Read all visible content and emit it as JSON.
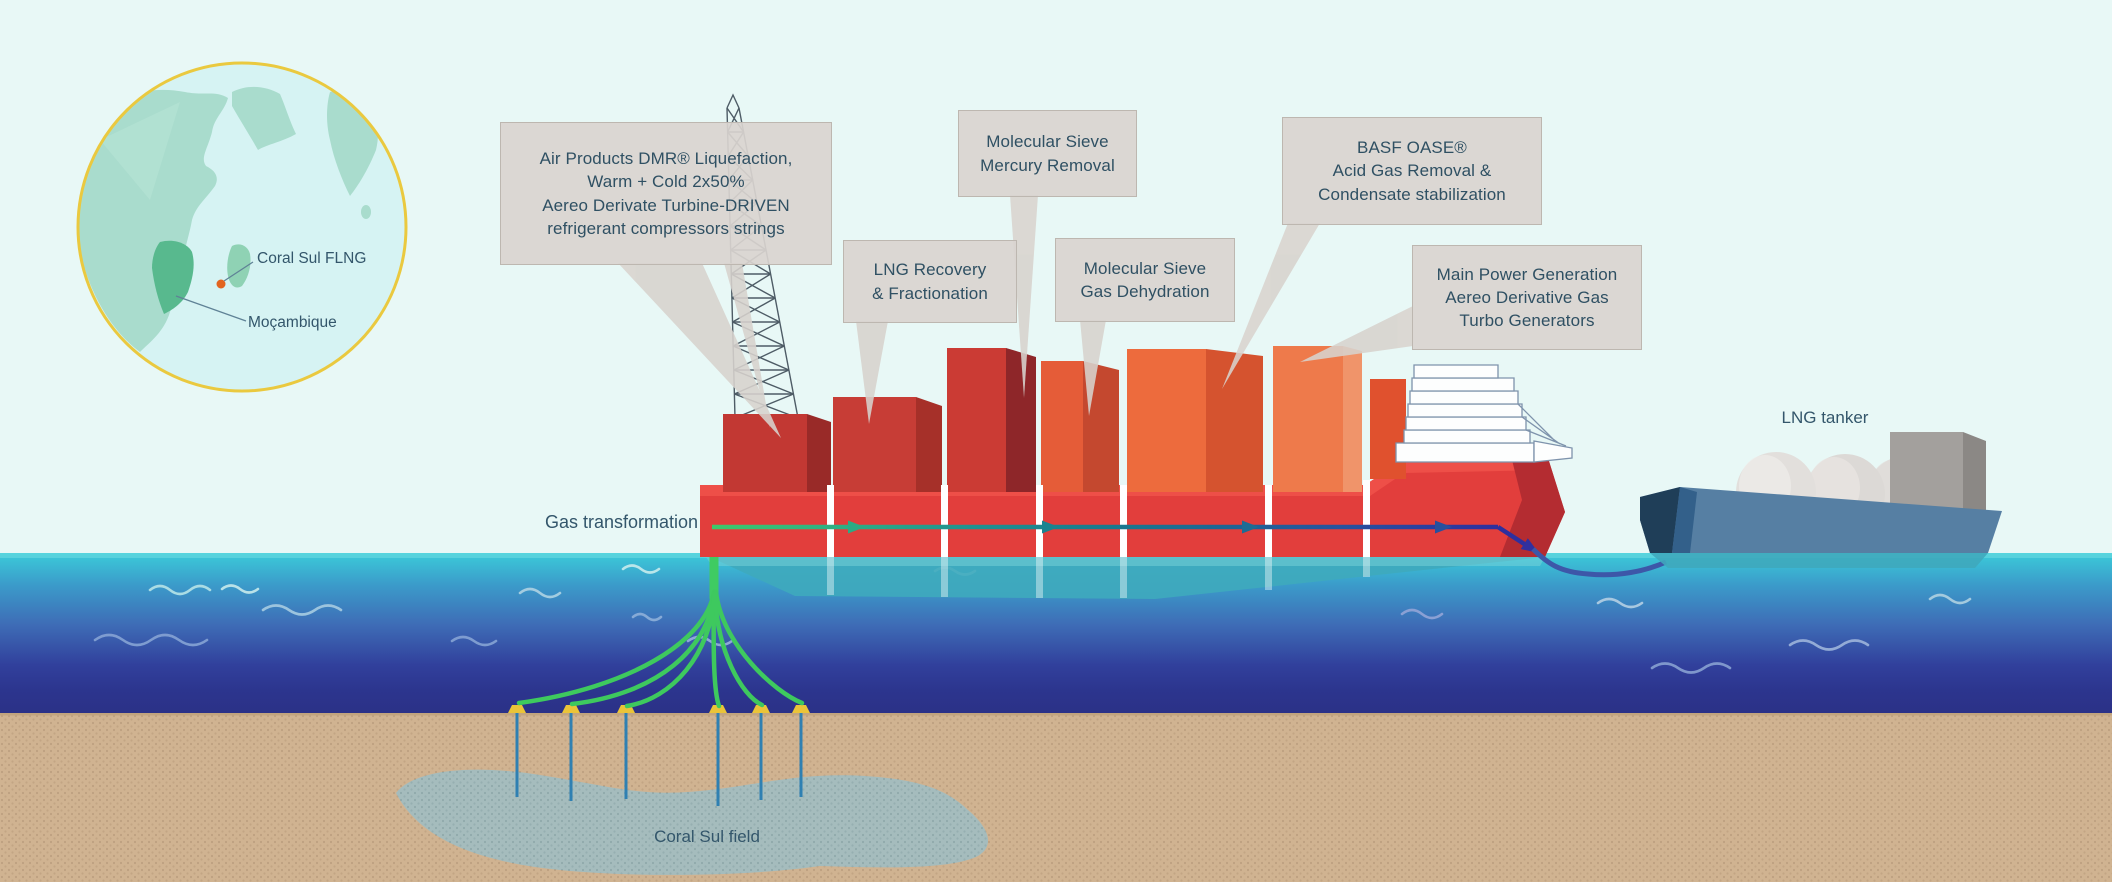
{
  "map": {
    "flng_label": "Coral Sul FLNG",
    "country_label": "Moçambique"
  },
  "labels": {
    "gas_transformation": "Gas transformation",
    "field": "Coral Sul field",
    "tanker": "LNG tanker"
  },
  "callouts": [
    {
      "id": "liquefaction",
      "text": "Air Products DMR® Liquefaction,\nWarm + Cold 2x50%\nAereo Derivate Turbine-DRIVEN\nrefrigerant compressors strings"
    },
    {
      "id": "lng_recovery",
      "text": "LNG Recovery\n& Fractionation"
    },
    {
      "id": "mercury_removal",
      "text": "Molecular Sieve\nMercury Removal"
    },
    {
      "id": "gas_dehydration",
      "text": "Molecular Sieve\nGas Dehydration"
    },
    {
      "id": "acid_gas_removal",
      "text": "BASF OASE®\nAcid Gas Removal &\nCondensate stabilization"
    },
    {
      "id": "main_power",
      "text": "Main Power Generation\nAereo Derivative Gas\nTurbo Generators"
    }
  ],
  "colors": {
    "sky": "#e8f8f6",
    "sea_surface": "#3bcbd9",
    "sea_deep": "#2b3187",
    "sand": "#d0b391",
    "reservoir": "#a5bcbd",
    "hull_red": "#e23e3c",
    "module_dark_red": "#c23833",
    "module_orange": "#ed6b3d",
    "flow_green": "#3fcb62",
    "flow_blue": "#2f2f9e",
    "well_yellow": "#eac438",
    "well_blue": "#2f80b2",
    "tanker_hull": "#567fa3",
    "callout_bg": "#d9d4cf",
    "text": "#2f5063",
    "globe_ring": "#eac93f",
    "marker_orange": "#e2641f"
  }
}
